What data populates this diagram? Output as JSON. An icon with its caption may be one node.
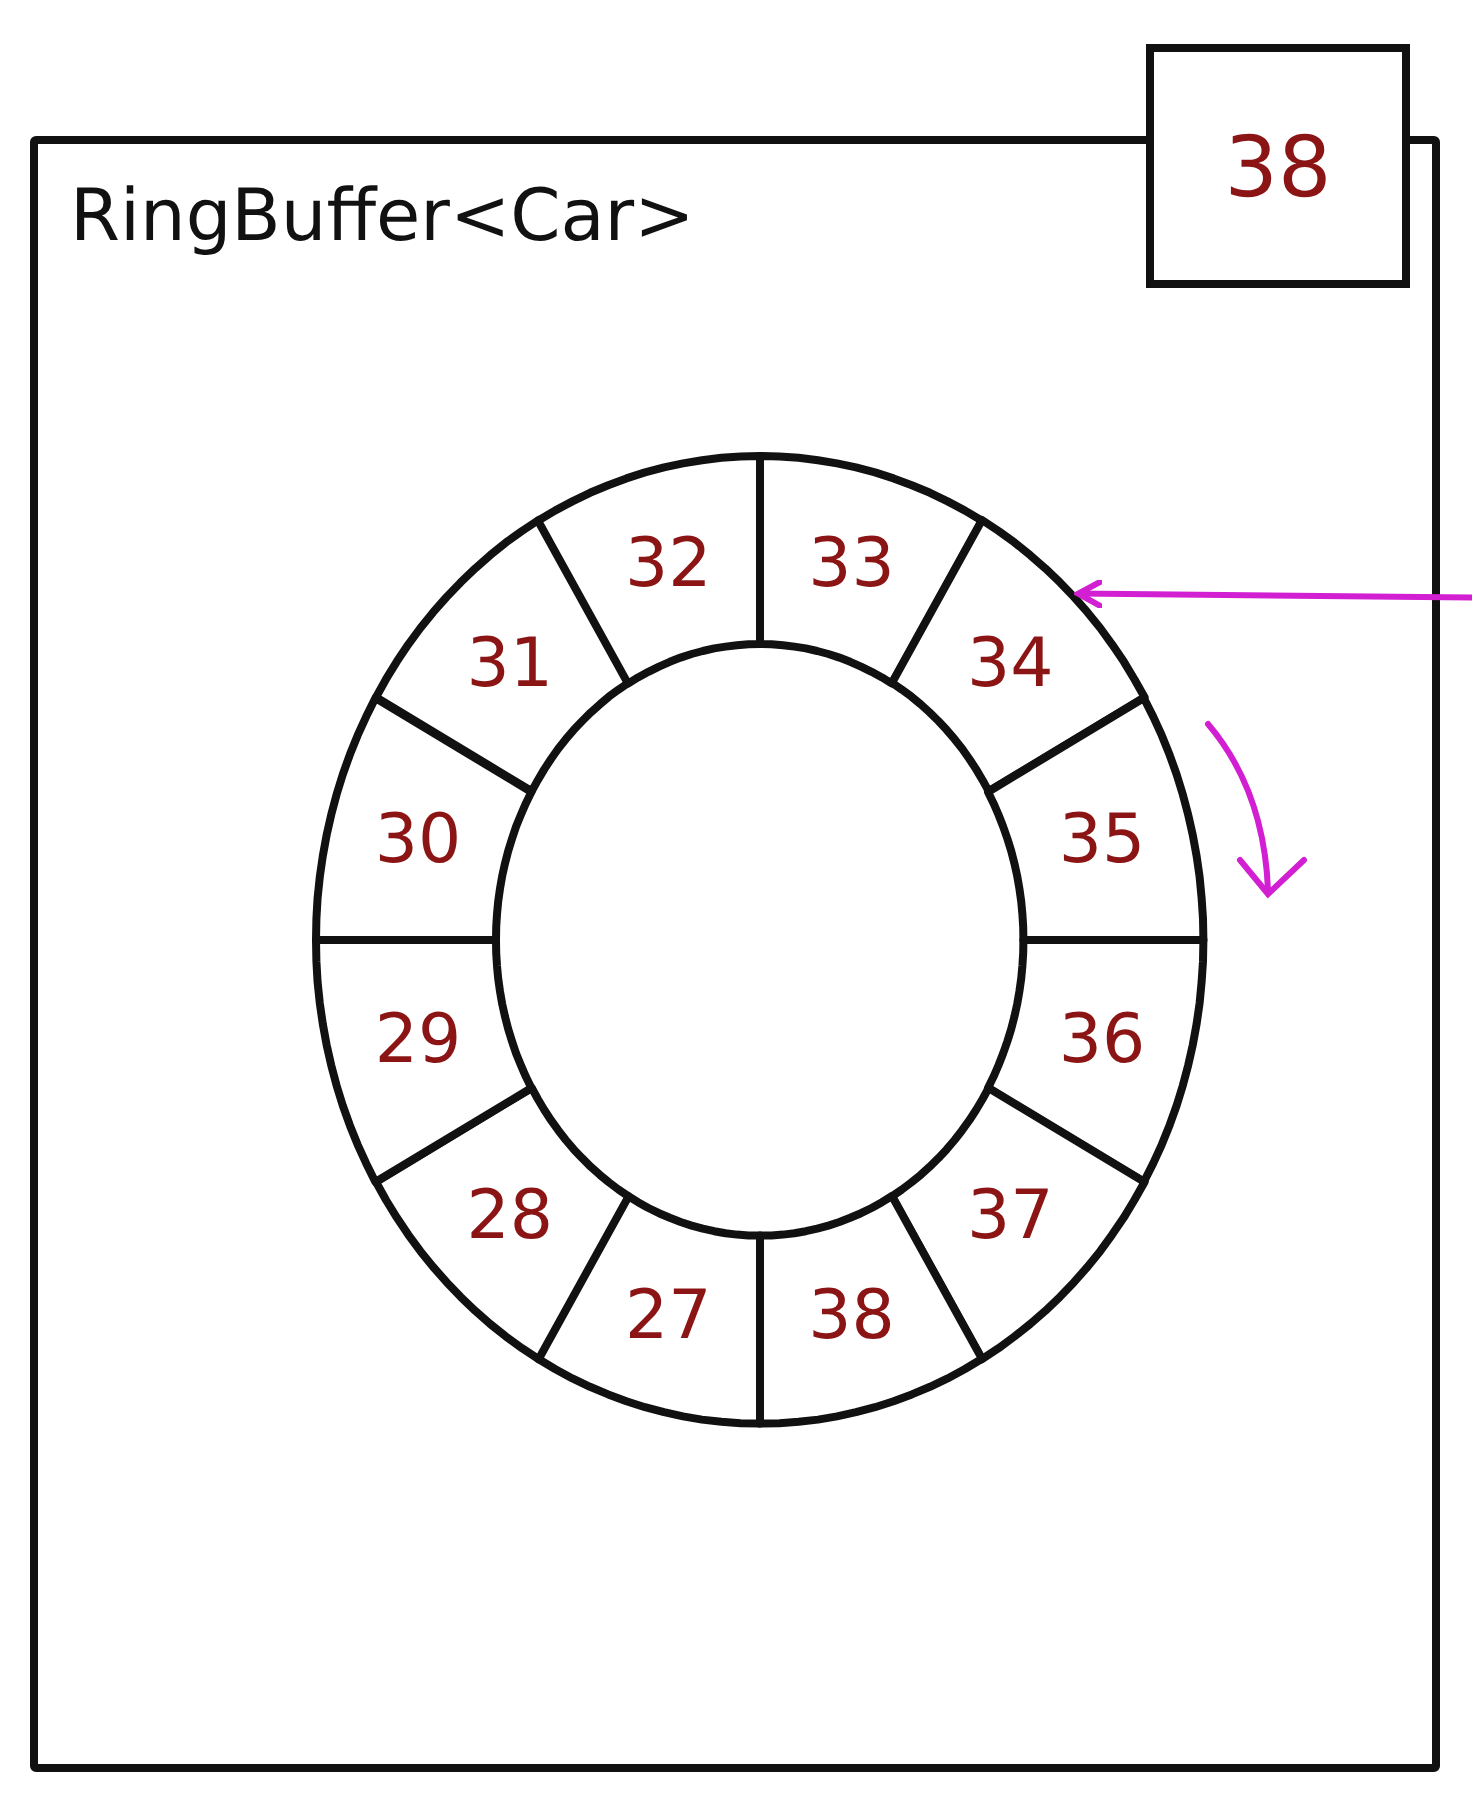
{
  "diagram": {
    "nodes": [
      {
        "text": [
          "RingBuffer<Car>"
        ]
      },
      {
        "text": [
          "38"
        ]
      },
      {
        "text": [
          "31"
        ],
        "in": 0
      },
      {
        "text": [
          "32"
        ],
        "in": 0
      },
      {
        "text": [
          "33"
        ],
        "in": 0
      },
      {
        "text": [
          "34"
        ],
        "in": 0
      },
      {
        "text": [
          "35"
        ],
        "in": 0
      },
      {
        "text": [
          "36"
        ],
        "in": 0
      },
      {
        "text": [
          "37"
        ],
        "in": 0
      },
      {
        "text": [
          "38"
        ],
        "in": 0
      },
      {
        "text": [
          "27"
        ],
        "in": 0
      },
      {
        "text": [
          "28"
        ],
        "in": 0
      },
      {
        "text": [
          "29"
        ],
        "in": 0
      },
      {
        "text": [
          "30"
        ],
        "in": 0
      }
    ],
    "edges": [
      {
        "from": null,
        "to": 5,
        "arrow": "to",
        "color": "#d21fd2"
      }
    ]
  }
}
